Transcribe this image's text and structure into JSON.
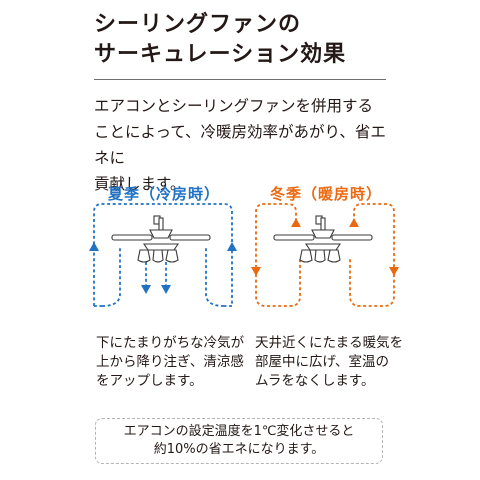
{
  "title": {
    "line1": "シーリングファンの",
    "line2": "サーキュレーション効果"
  },
  "description": {
    "line1": "エアコンとシーリングファンを併用する",
    "line2": "ことによって、冷暖房効率があがり、省エネに",
    "line3": "貢献します。"
  },
  "summer": {
    "label": "夏季（冷房時）",
    "color": "#2272c3",
    "caption": [
      "下にたまりがちな冷気が",
      "上から降り注ぎ、清涼感",
      "をアップします。"
    ]
  },
  "winter": {
    "label": "冬季（暖房時）",
    "color": "#ea6a11",
    "caption": [
      "天井近くにたまる暖気を",
      "部屋中に広げ、室温の",
      "ムラをなくします。"
    ]
  },
  "note": {
    "line1": "エアコンの設定温度を1℃変化させると",
    "line2": "約10%の省エネになります。"
  },
  "icons": [
    "ceiling-fan-icon",
    "airflow-arrow-icon"
  ]
}
